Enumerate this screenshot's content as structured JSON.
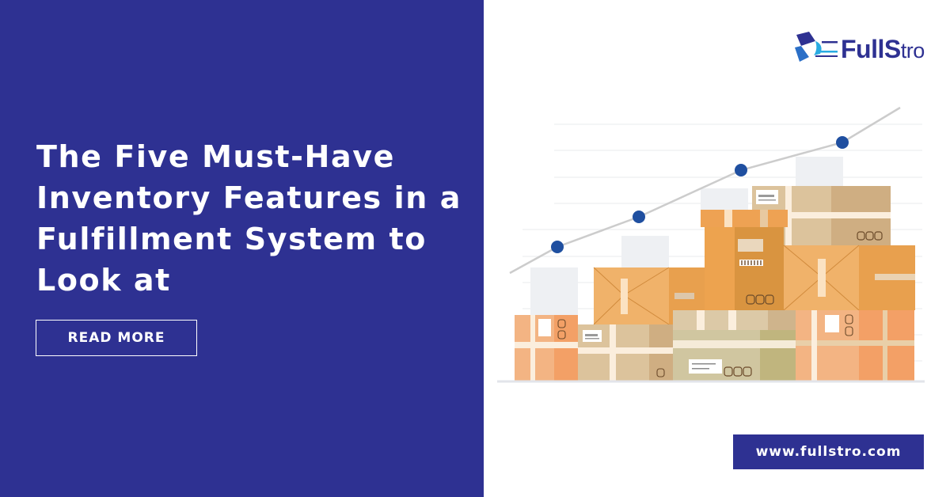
{
  "brand": {
    "name_main": "FullS",
    "name_tail": "tro",
    "primary_color": "#2e3192",
    "accent_color": "#29abe2",
    "logo_icon": "cube-arrow-icon"
  },
  "hero": {
    "headline_lines": [
      "The Five Must-Have",
      "Inventory Features in a",
      "Fulfillment System to",
      "Look at"
    ],
    "cta_label": "READ MORE",
    "background_color": "#2e3192"
  },
  "illustration": {
    "subject": "stacked-cardboard-boxes-with-growth-line-chart",
    "point_color": "#1f4fa0",
    "line_color": "#cccccc",
    "box_colors": [
      "#f0b26a",
      "#e8a04e",
      "#d9bd93",
      "#c9b98a",
      "#f4a868"
    ]
  },
  "footer": {
    "url": "www.fullstro.com"
  }
}
